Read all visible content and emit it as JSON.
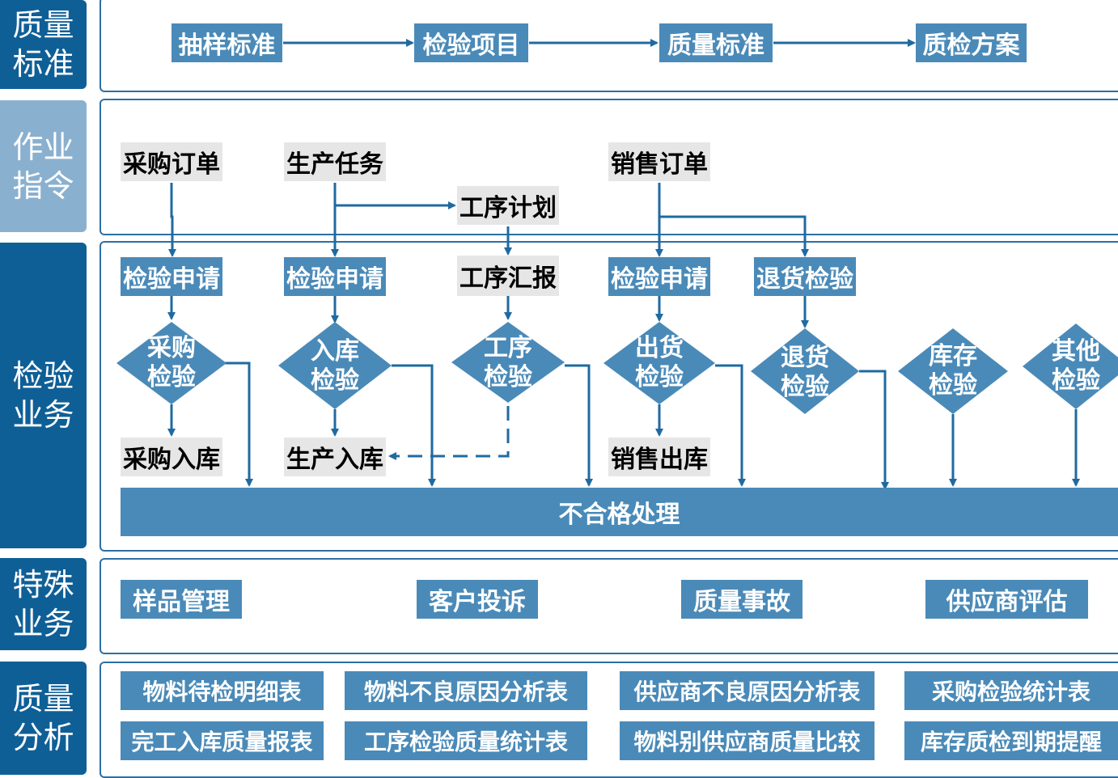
{
  "sections": {
    "quality_standard": "质量\n标准",
    "work_order": "作业\n指令",
    "inspection_business": "检验\n业务",
    "special_business": "特殊\n业务",
    "quality_analysis": "质量\n分析"
  },
  "standard_flow": [
    "抽样标准",
    "检验项目",
    "质量标准",
    "质检方案"
  ],
  "orders": {
    "purchase_order": "采购订单",
    "production_task": "生产任务",
    "process_plan": "工序计划",
    "sales_order": "销售订单"
  },
  "inspection": {
    "apply_1": "检验申请",
    "apply_2": "检验申请",
    "process_report": "工序汇报",
    "apply_3": "检验申请",
    "return_inspection": "退货检验",
    "d_purchase": "采购\n检验",
    "d_warehouse": "入库\n检验",
    "d_process": "工序\n检验",
    "d_shipping": "出货\n检验",
    "d_return": "退货\n检验",
    "d_stock": "库存\n检验",
    "d_other": "其他\n检验",
    "purchase_in": "采购入库",
    "production_in": "生产入库",
    "sales_out": "销售出库",
    "nonconforming": "不合格处理"
  },
  "special": [
    "样品管理",
    "客户投诉",
    "质量事故",
    "供应商评估"
  ],
  "reports": {
    "row1": [
      "物料待检明细表",
      "物料不良原因分析表",
      "供应商不良原因分析表",
      "采购检验统计表"
    ],
    "row2": [
      "完工入库质量报表",
      "工序检验质量统计表",
      "物料别供应商质量比较",
      "库存质检到期提醒"
    ]
  },
  "colors": {
    "dark_blue": "#0f5f97",
    "light_blue": "#8ab0cf",
    "box_blue": "#4a8ab8",
    "arrow": "#1f6aa0",
    "gray_box": "#e6e6e6"
  }
}
